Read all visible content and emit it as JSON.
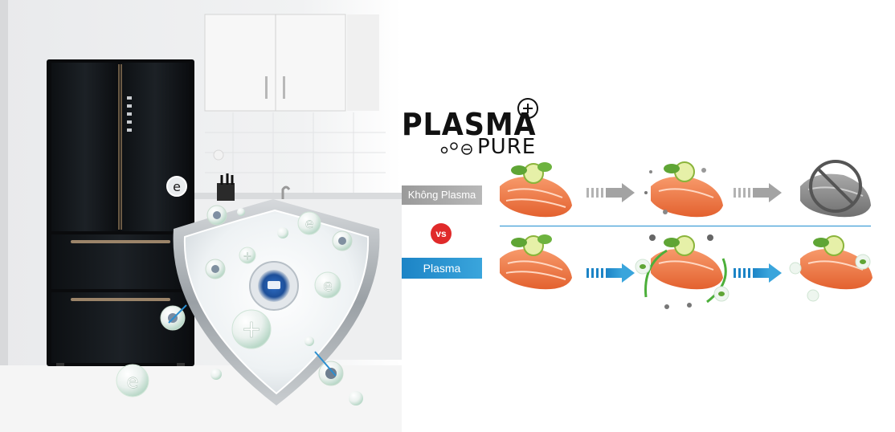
{
  "logo": {
    "title": "PLASMA",
    "subtitle": "PURE"
  },
  "comparison": {
    "without_label": "Không Plasma",
    "vs_label": "vs",
    "with_label": "Plasma"
  },
  "colors": {
    "brand_blue": "#1c84c6",
    "vs_red": "#e02a2a",
    "neutral_grey": "#a3a3a3",
    "salmon": "#f07a4a",
    "fridge_black": "#121518"
  },
  "icons": [
    "plus-icon",
    "minus-icon",
    "electron-icon",
    "bacteria-icon",
    "leaf-icon",
    "arrow-right-icon",
    "prohibited-icon"
  ]
}
